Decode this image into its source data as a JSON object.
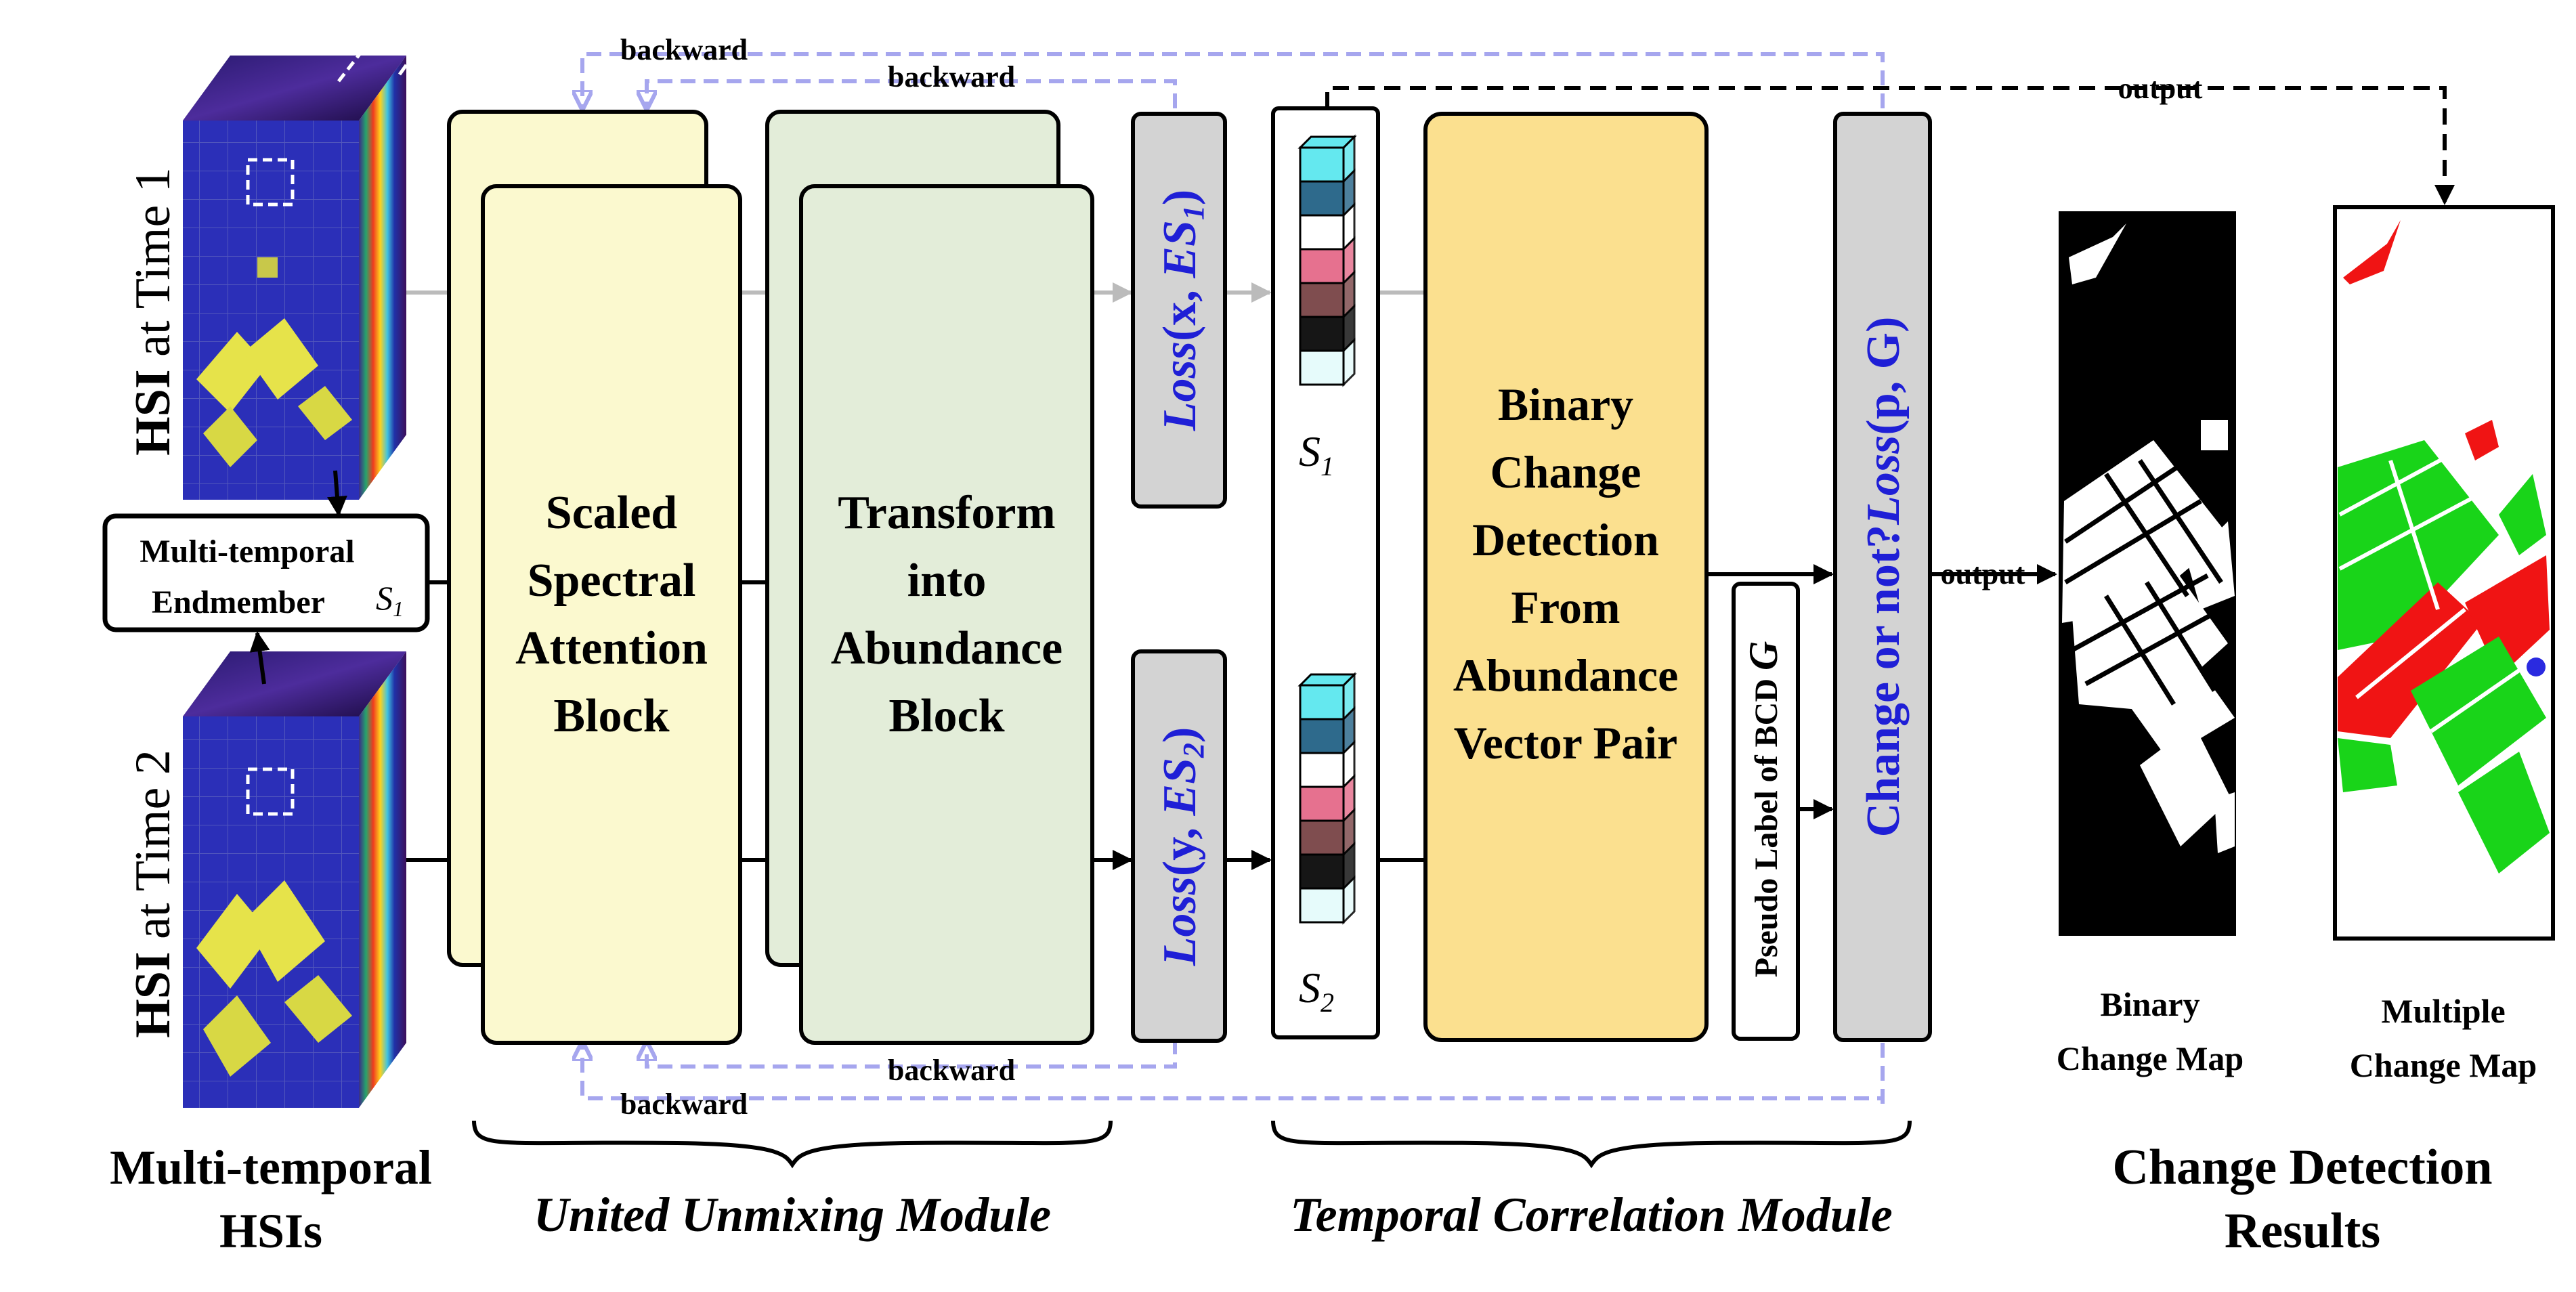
{
  "inputs": {
    "time1_label_bold": "HSI",
    "time1_label_rest": " at Time 1",
    "time2_label_bold": "HSI",
    "time2_label_rest": " at Time 2",
    "endmember_line1": "Multi-temporal",
    "endmember_line2": "Endmember",
    "endmember_symbol": "S",
    "endmember_sub": "1",
    "caption_line1": "Multi-temporal",
    "caption_line2": "HSIs"
  },
  "unmixing": {
    "ssa_lines": [
      "Scaled",
      "Spectral",
      "Attention",
      "Block"
    ],
    "tab_lines": [
      "Transform",
      "into",
      "Abundance",
      "Block"
    ],
    "loss1_pre": "Loss",
    "loss1_args": "(x, ",
    "loss1_es": "ES",
    "loss1_sub": "1",
    "loss1_close": ")",
    "loss2_pre": "Loss",
    "loss2_args": "(y, ",
    "loss2_es": "ES",
    "loss2_sub": "2",
    "loss2_close": ")",
    "module_caption": "United Unmixing Module"
  },
  "backward_labels": {
    "top_outer": "backward",
    "top_inner": "backward",
    "bottom_inner": "backward",
    "bottom_outer": "backward"
  },
  "temporal": {
    "s1_symbol": "S",
    "s1_sub": "1",
    "s2_symbol": "S",
    "s2_sub": "2",
    "bcd_lines": [
      "Binary",
      "Change",
      "Detection",
      "From",
      "Abundance",
      "Vector Pair"
    ],
    "pseudo_label": "Pseudo Label of BCD ",
    "pseudo_symbol": "G",
    "change_text": "Change or not?",
    "change_loss": "Loss",
    "change_args": "(p, G)",
    "module_caption": "Temporal Correlation Module"
  },
  "outputs": {
    "output_top": "output",
    "output_mid": "output",
    "binary_line1": "Binary",
    "binary_line2": "Change Map",
    "multiple_line1": "Multiple",
    "multiple_line2": "Change Map",
    "results_line1": "Change Detection",
    "results_line2": "Results"
  },
  "colors": {
    "ssa_fill": "#fbf9cf",
    "tab_fill": "#e3edd9",
    "loss_fill": "#d3d3d3",
    "bcd_fill": "#fbe08f",
    "backward_arrow": "#a6a6ee",
    "formula_text": "#1f1fd6",
    "cube_bg": "#2b2fb8",
    "changed_red": "#f01414",
    "changed_green": "#19d419"
  },
  "abundance_vector_colors": [
    "#64e8ef",
    "#2e6a8c",
    "#ffffff",
    "#e6718f",
    "#7f4d4f",
    "#161616",
    "#e6fbfb"
  ]
}
